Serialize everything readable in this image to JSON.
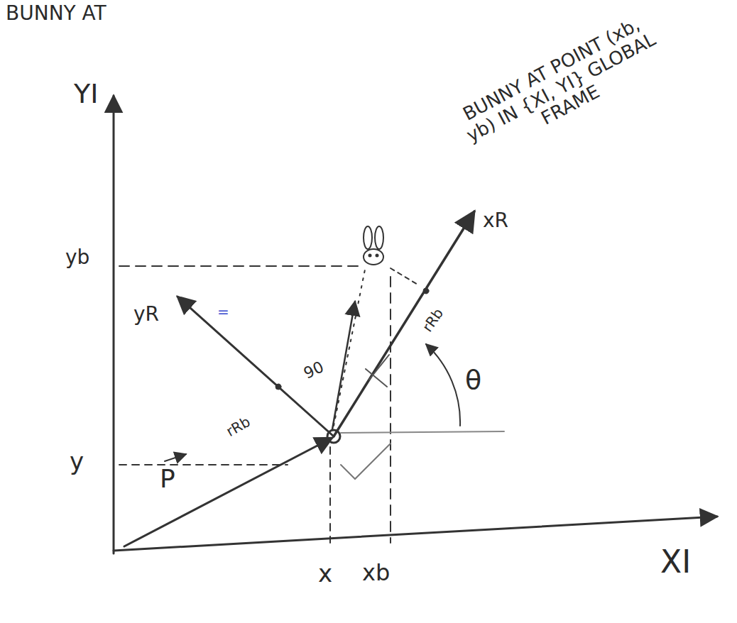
{
  "diagram": {
    "labels": [
      "BUNNY AT",
      "YI",
      "yb",
      "y",
      "x",
      "xb",
      "XI",
      "BUNNY AT POINT (xb, yb) IN {XI, YI} GLOBAL FRAME",
      "yR",
      "xR",
      "θ",
      "P",
      "90",
      "rRb",
      "rRb",
      "="
    ]
  }
}
